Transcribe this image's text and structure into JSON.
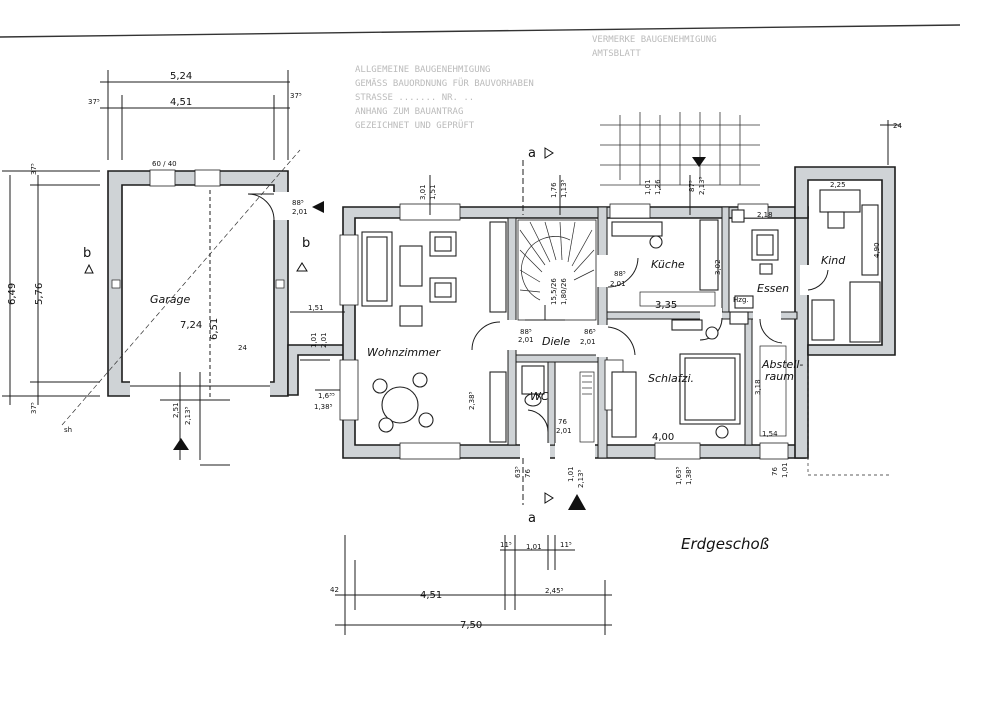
{
  "title": "Erdgeschoß",
  "rooms": {
    "garage": "Garage",
    "wohnzimmer": "Wohnzimmer",
    "diele": "Diele",
    "wc": "WC",
    "kueche": "Küche",
    "essen": "Essen",
    "kind": "Kind",
    "schlafzimmer": "Schlafzi.",
    "abstellraum_1": "Abstell-",
    "abstellraum_2": "raum",
    "heizung": "Hzg."
  },
  "section_marks": {
    "a_top": "a",
    "a_bottom": "a",
    "b_left": "b",
    "b_right": "b"
  },
  "dims": {
    "garage_outer_w": "5,24",
    "garage_inner_w": "4,51",
    "garage_wall_l": "37⁵",
    "garage_wall_r": "37⁵",
    "garage_outer_h": "6,49",
    "garage_inner_h": "5,76",
    "garage_wall_t": "37⁵",
    "garage_wall_b": "37⁵",
    "garage_len_1": "7,24",
    "garage_len_2": "6,51",
    "garage_24": "24",
    "garage_door_1": "88⁵",
    "garage_door_2": "2,01",
    "garage_gate_1": "2,51",
    "garage_gate_2": "2,13⁵",
    "garage_win": "60 / 40",
    "link_151": "1,51",
    "link_door_1": "1,01",
    "link_door_2": "2,01",
    "link_wall_1": "1,6³⁵",
    "link_wall_2": "1,38⁵",
    "wohn_win_1": "3,01",
    "wohn_win_2": "1,51",
    "wohn_win_3": "2,38⁵",
    "stair_1": "1,76",
    "stair_2": "1,13⁵",
    "stair_3": "15,5/26",
    "stair_4": "1,80/26",
    "diele_door_1": "88⁵",
    "diele_door_2": "2,01",
    "diele_door_3": "86⁵",
    "diele_door_4": "2,01",
    "wc_1": "76",
    "wc_2": "2,01",
    "entry_1": "63⁵",
    "entry_2": "76",
    "entry_3": "1,01",
    "entry_4": "2,13⁵",
    "kueche_win_1": "1,01",
    "kueche_win_2": "1,26",
    "kueche_win_3": "87⁵",
    "kueche_win_4": "2,13⁵",
    "kueche_door_1": "88⁵",
    "kueche_door_2": "2,01",
    "kueche_w": "3,35",
    "kueche_h": "3,02",
    "essen_w": "2,18",
    "kind_w": "2,25",
    "kind_h": "4,90",
    "schlaf_w": "4,00",
    "schlaf_win_1": "1,63⁵",
    "schlaf_win_2": "1,38⁵",
    "abst_w": "1,54",
    "abst_h": "3,18",
    "abst_win_1": "76",
    "abst_win_2": "1,01",
    "top_right_24": "24",
    "bottom_42": "42",
    "bottom_451": "4,51",
    "bottom_245": "2,45⁵",
    "bottom_750": "7,50",
    "bottom_11a": "11⁵",
    "bottom_101": "1,01",
    "bottom_11b": "11⁵",
    "sh": "sh"
  }
}
